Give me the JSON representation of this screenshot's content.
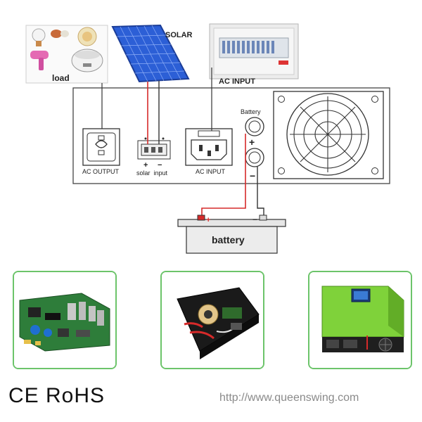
{
  "diagram": {
    "load_label": "load",
    "solar_label": "SOLAR",
    "ac_input_top_label": "AC INPUT",
    "battery_port_label": "Battery",
    "battery_plus": "+",
    "battery_minus": "−",
    "ac_output_label": "AC OUTPUT",
    "solar_input_label": "solar  input",
    "solar_plus": "+",
    "solar_minus": "−",
    "ac_input_port_label": "AC INPUT",
    "battery_label": "battery",
    "battery_term_plus": "+",
    "battery_term_minus": "−"
  },
  "photos": [
    {
      "name": "circuit-board-photo"
    },
    {
      "name": "inverter-interior-photo"
    },
    {
      "name": "inverter-unit-photo"
    }
  ],
  "footer": {
    "certifications": "CE RoHS",
    "url": "http://www.queenswing.com"
  },
  "colors": {
    "wire_red": "#d62a2a",
    "wire_black": "#333333",
    "card_border": "#6cc46a",
    "inverter_green": "#7fd23a"
  }
}
